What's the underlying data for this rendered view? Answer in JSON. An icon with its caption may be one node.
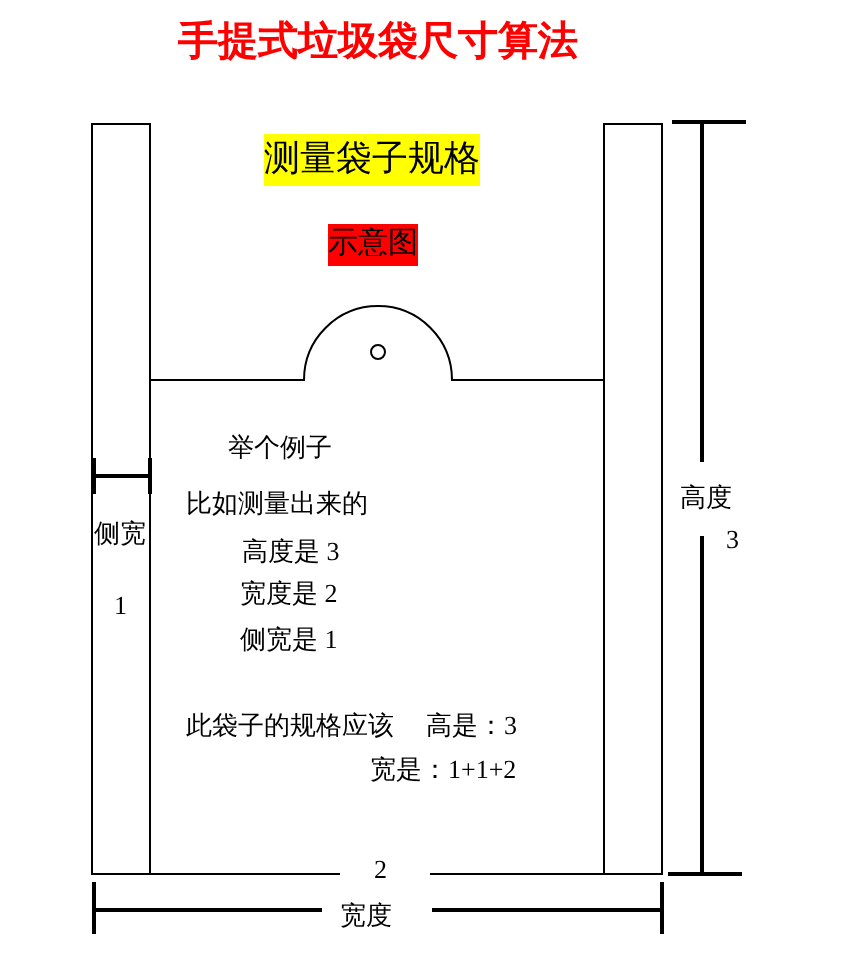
{
  "diagram": {
    "title": "手提式垃圾袋尺寸算法",
    "labels": [
      "测量袋子规格",
      "示意图",
      "举个例子",
      "侧宽",
      "比如测量出来的",
      "高度",
      "高度是 3",
      "3",
      "宽度是 2",
      "1",
      "侧宽是 1",
      "此袋子的规格应该",
      "高是：3",
      "宽是：1+1+2",
      "2",
      "宽度"
    ]
  }
}
